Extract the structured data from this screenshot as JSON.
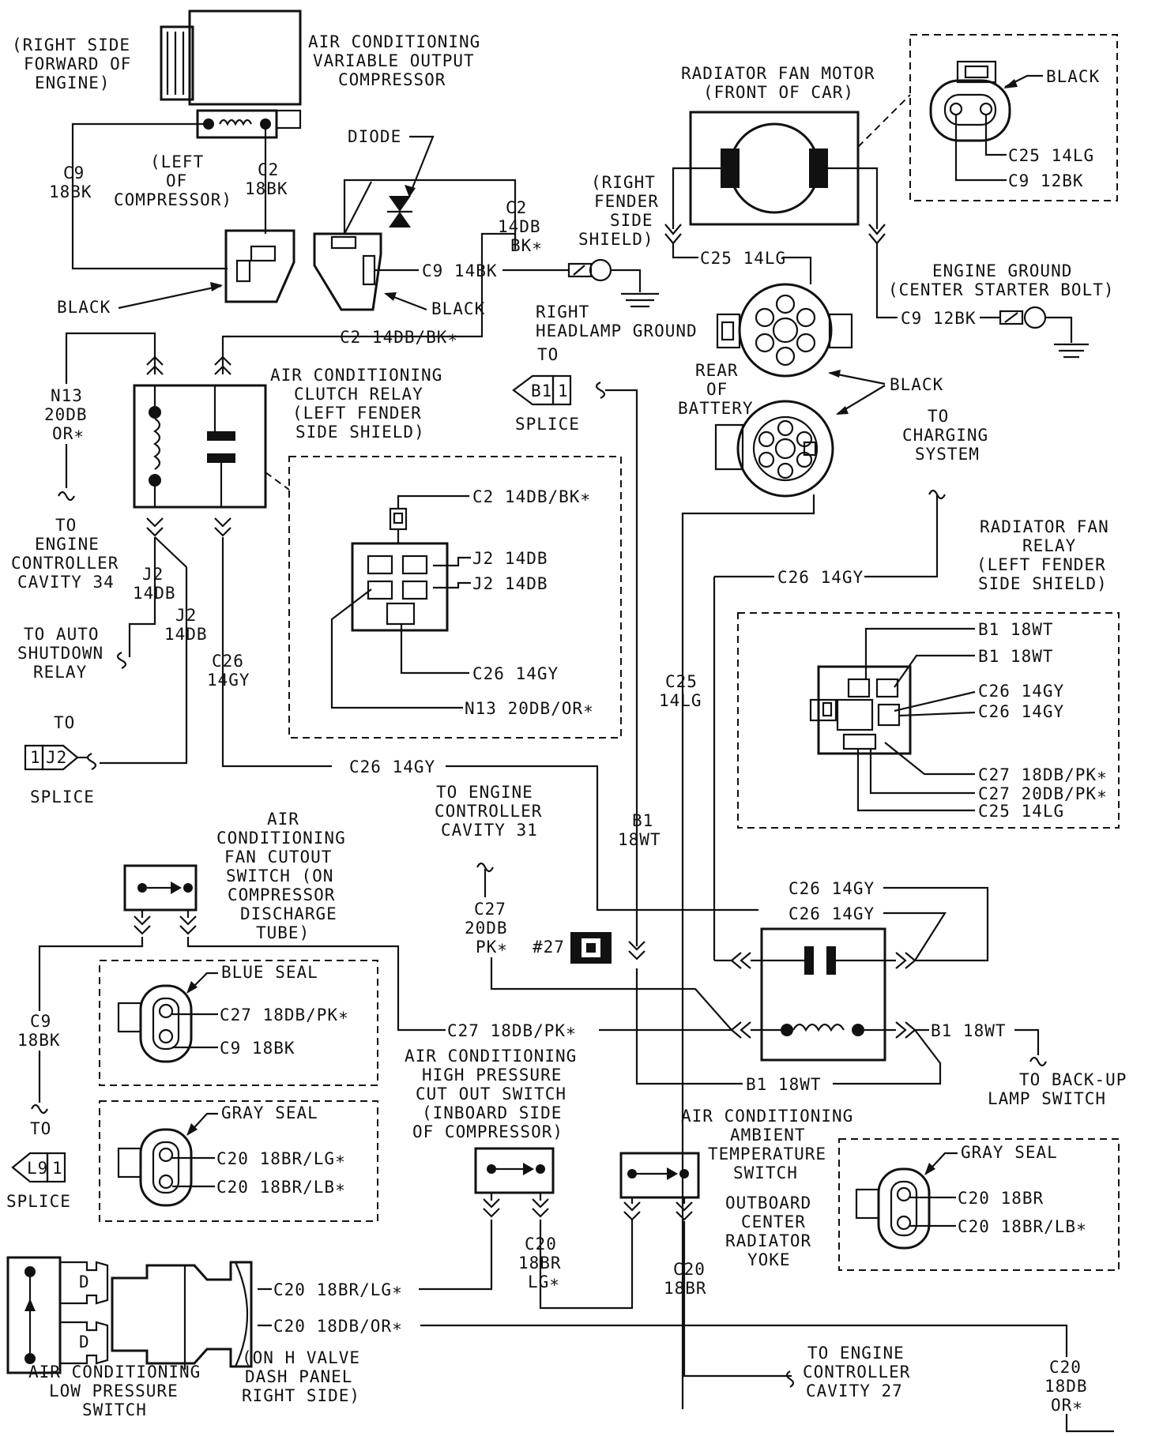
{
  "labels": {
    "right_side_fwd_1": "(RIGHT SIDE",
    "right_side_fwd_2": "FORWARD OF",
    "right_side_fwd_3": "ENGINE)",
    "ac_comp_1": "AIR CONDITIONING",
    "ac_comp_2": "VARIABLE OUTPUT",
    "ac_comp_3": "COMPRESSOR",
    "left_of_comp_1": "(LEFT",
    "left_of_comp_2": "OF",
    "left_of_comp_3": "COMPRESSOR)",
    "c9_a": "C9",
    "c9_a2": "18BK",
    "c2_a": "C2",
    "c2_a2": "18BK",
    "black_1": "BLACK",
    "diode": "DIODE",
    "c2_b1": "C2",
    "c2_b2": "14DB",
    "c2_b3": "BK∗",
    "c9_14bk": "C9 14BK",
    "black_2": "BLACK",
    "right_fender_1": "(RIGHT",
    "right_fender_2": "FENDER",
    "right_fender_3": "SIDE",
    "right_fender_4": "SHIELD)",
    "right_headlamp_1": "RIGHT",
    "right_headlamp_2": "HEADLAMP GROUND",
    "rad_fan_motor_1": "RADIATOR FAN MOTOR",
    "rad_fan_motor_2": "(FRONT OF CAR)",
    "black_3": "BLACK",
    "c25_14lg_a": "C25 14LG",
    "c9_12bk_a": "C9 12BK",
    "c25_14lg_b": "C25 14LG",
    "engine_ground_1": "ENGINE GROUND",
    "engine_ground_2": "(CENTER STARTER BOLT)",
    "c9_12bk_b": "C9 12BK",
    "c2_14db_bk": "C2 14DB/BK∗",
    "acc_relay_1": "AIR CONDITIONING",
    "acc_relay_2": "CLUTCH RELAY",
    "acc_relay_3": "(LEFT FENDER",
    "acc_relay_4": "SIDE SHIELD)",
    "to_1": "TO",
    "b1_splice": "B1",
    "b1_splice_pin": "1",
    "splice_1": "SPLICE",
    "rear_batt_1": "REAR",
    "rear_batt_2": "OF",
    "rear_batt_3": "BATTERY",
    "black_4": "BLACK",
    "to_charging_1": "TO",
    "to_charging_2": "CHARGING",
    "to_charging_3": "SYSTEM",
    "n13_1": "N13",
    "n13_2": "20DB",
    "n13_3": "OR∗",
    "to_engine_ctrl34_1": "TO",
    "to_engine_ctrl34_2": "ENGINE",
    "to_engine_ctrl34_3": "CONTROLLER",
    "to_engine_ctrl34_4": "CAVITY 34",
    "relay_c2": "C2 14DB/BK∗",
    "relay_j2_a": "J2 14DB",
    "relay_j2_b": "J2 14DB",
    "relay_c26": "C26 14GY",
    "relay_n13": "N13 20DB/OR∗",
    "j2_a1": "J2",
    "j2_a2": "14DB",
    "j2_b1": "J2",
    "j2_b2": "14DB",
    "to_auto_1": "TO AUTO",
    "to_auto_2": "SHUTDOWN",
    "to_auto_3": "RELAY",
    "c26_a1": "C26",
    "c26_a2": "14GY",
    "to_2": "TO",
    "j2_splice": "J2",
    "j2_splice_pin": "1",
    "splice_2": "SPLICE",
    "c26_14gy_top": "C26 14GY",
    "rad_fan_relay_1": "RADIATOR FAN",
    "rad_fan_relay_2": "RELAY",
    "rad_fan_relay_3": "(LEFT FENDER",
    "rad_fan_relay_4": "SIDE SHIELD)",
    "c25_v1": "C25",
    "c25_v2": "14LG",
    "rfr_b1_a": "B1 18WT",
    "rfr_b1_b": "B1 18WT",
    "rfr_c26_a": "C26 14GY",
    "rfr_c26_b": "C26 14GY",
    "rfr_c27_a": "C27 18DB/PK∗",
    "rfr_c27_b": "C27 20DB/PK∗",
    "rfr_c25": "C25 14LG",
    "c26_14gy_mid": "C26 14GY",
    "to_engine_ctrl31_1": "TO ENGINE",
    "to_engine_ctrl31_2": "CONTROLLER",
    "to_engine_ctrl31_3": "CAVITY 31",
    "b1_v1": "B1",
    "b1_v2": "18WT",
    "ac_fan_cut_1": "AIR",
    "ac_fan_cut_2": "CONDITIONING",
    "ac_fan_cut_3": "FAN CUTOUT",
    "ac_fan_cut_4": "SWITCH (ON",
    "ac_fan_cut_5": "COMPRESSOR",
    "ac_fan_cut_6": "DISCHARGE",
    "ac_fan_cut_7": "TUBE)",
    "c27_v1": "C27",
    "c27_v2": "20DB",
    "c27_v3": "PK∗",
    "hash27": "#27",
    "c26_14gy_r1": "C26 14GY",
    "c26_14gy_r2": "C26 14GY",
    "c9_v1": "C9",
    "c9_v2": "18BK",
    "blue_seal": "BLUE SEAL",
    "bs_c27": "C27 18DB/PK∗",
    "bs_c9": "C9 18BK",
    "c27_18db_pk": "C27 18DB/PK∗",
    "b1_18wt_r": "B1 18WT",
    "to_backup_1": "TO BACK-UP",
    "to_backup_2": "LAMP SWITCH",
    "b1_18wt_bottom": "B1 18WT",
    "to_3": "TO",
    "l9_splice": "L9",
    "l9_splice_pin": "1",
    "splice_3": "SPLICE",
    "gray_seal_1": "GRAY SEAL",
    "gs1_c20_a": "C20 18BR/LG∗",
    "gs1_c20_b": "C20 18BR/LB∗",
    "achp_1": "AIR CONDITIONING",
    "achp_2": "HIGH PRESSURE",
    "achp_3": "CUT OUT SWITCH",
    "achp_4": "(INBOARD SIDE",
    "achp_5": "OF COMPRESSOR)",
    "acamb_1": "AIR CONDITIONING",
    "acamb_2": "AMBIENT",
    "acamb_3": "TEMPERATURE",
    "acamb_4": "SWITCH",
    "outboard_1": "OUTBOARD",
    "outboard_2": "CENTER",
    "outboard_3": "RADIATOR",
    "outboard_4": "YOKE",
    "gray_seal_2": "GRAY SEAL",
    "gs2_c20_a": "C20 18BR",
    "gs2_c20_b": "C20 18BR/LB∗",
    "c20_v1": "C20",
    "c20_v2": "18BR",
    "c20_v3": "LG∗",
    "c20_w1": "C20",
    "c20_w2": "18BR",
    "c20_18br_lg": "C20 18BR/LG∗",
    "c20_18db_or": "C20 18DB/OR∗",
    "aclp_1": "AIR CONDITIONING",
    "aclp_2": "LOW PRESSURE",
    "aclp_3": "SWITCH",
    "hvalve_1": "(ON H VALVE",
    "hvalve_2": "DASH PANEL",
    "hvalve_3": "RIGHT SIDE)",
    "to_engine_ctrl27_1": "TO ENGINE",
    "to_engine_ctrl27_2": "CONTROLLER",
    "to_engine_ctrl27_3": "CAVITY 27",
    "c20_x1": "C20",
    "c20_x2": "18DB",
    "c20_x3": "OR∗",
    "plug_d_1": "D",
    "plug_d_2": "D"
  }
}
